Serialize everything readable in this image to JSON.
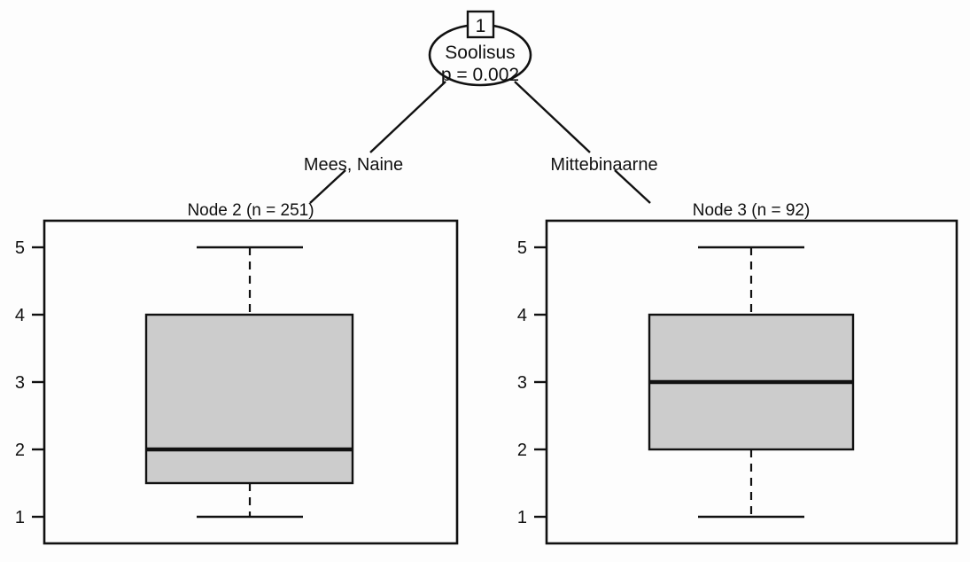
{
  "figure": {
    "type": "conditional-inference-tree",
    "background_color": "#fdfdfd",
    "line_color": "#111111",
    "box_fill_color": "#cccccc"
  },
  "root_node": {
    "number": "1",
    "variable": "Soolisus",
    "p_value_label": "p = 0.002"
  },
  "edges": [
    {
      "label": "Mees, Naine"
    },
    {
      "label": "Mittebinaarne"
    }
  ],
  "panels": [
    {
      "title": "Node 2 (n = 251)",
      "axis_ticks": [
        "5",
        "4",
        "3",
        "2",
        "1"
      ]
    },
    {
      "title": "Node 3 (n = 92)",
      "axis_ticks": [
        "5",
        "4",
        "3",
        "2",
        "1"
      ]
    }
  ],
  "chart_data": {
    "type": "box",
    "title": "Soolisus (p = 0.002)",
    "ylabel": "",
    "xlabel": "",
    "ylim": [
      1,
      5
    ],
    "yticks": [
      1,
      2,
      3,
      4,
      5
    ],
    "grid": false,
    "legend": "none",
    "series": [
      {
        "name": "Node 2 (n = 251)",
        "n": 251,
        "split_label": "Mees, Naine",
        "min_whisker": 1,
        "q1": 1.5,
        "median": 2,
        "q3": 4,
        "max_whisker": 5
      },
      {
        "name": "Node 3 (n = 92)",
        "n": 92,
        "split_label": "Mittebinaarne",
        "min_whisker": 1,
        "q1": 2,
        "median": 3,
        "q3": 4,
        "max_whisker": 5
      }
    ]
  }
}
